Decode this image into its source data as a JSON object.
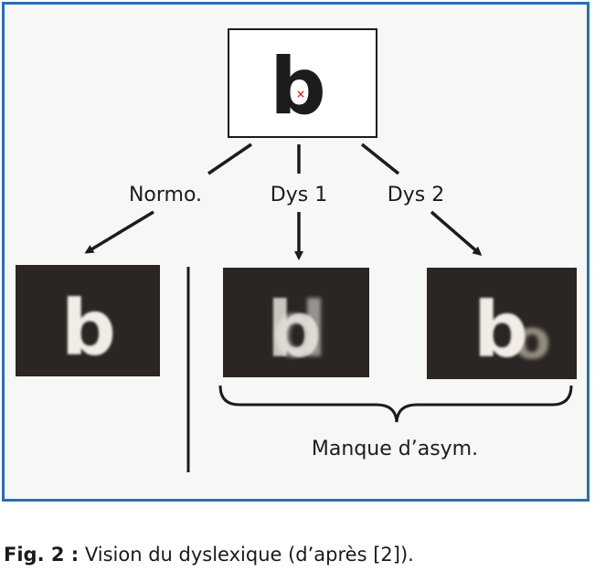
{
  "diagram": {
    "source_letter": "b",
    "branches": {
      "normal": "Normo.",
      "dys1": "Dys 1",
      "dys2": "Dys 2"
    },
    "results": {
      "normal_letter": "b",
      "dys1_letter": "b",
      "dys1_mirror_letter": "d",
      "dys2_letter": "b",
      "dys2_ghost_letter": "o"
    },
    "brace_label": "Manque d’asym."
  },
  "caption": {
    "prefix": "Fig. 2 :",
    "text": " Vision du dyslexique (d’après [2])."
  },
  "colors": {
    "frame_border": "#2a6fb3",
    "panel_bg": "#2b2624",
    "letter_light": "#f2ece6",
    "ink": "#1c1c1c",
    "center_mark": "#c0392b"
  }
}
